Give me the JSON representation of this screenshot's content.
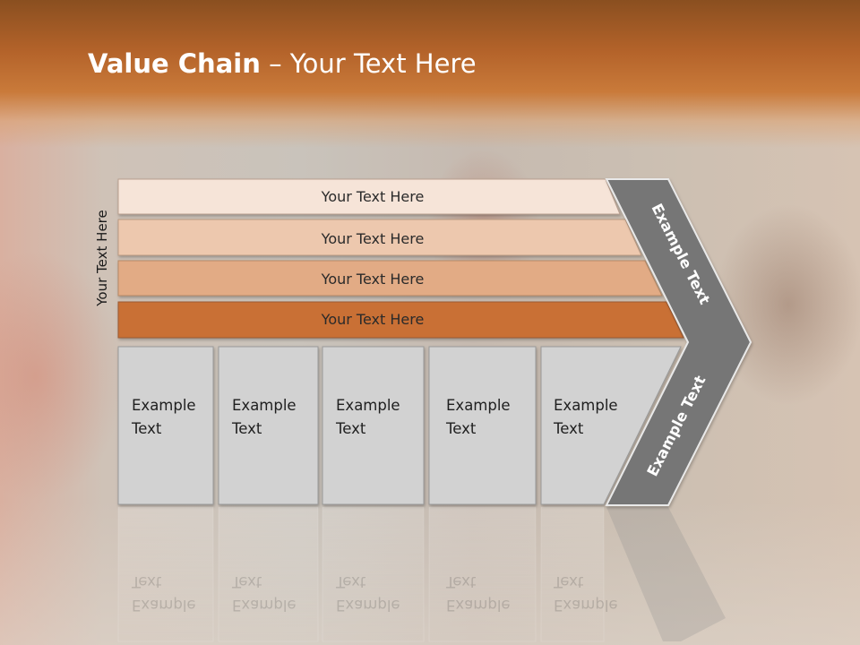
{
  "slide": {
    "title_bold": "Value Chain",
    "title_rest": " – Your Text Here",
    "side_label": "Your Text Here"
  },
  "colors": {
    "header": "#c06d30",
    "bar1": "#f6e4d8",
    "bar2": "#edc8ae",
    "bar3": "#e2ab85",
    "bar4": "#c96f36",
    "chevron": "#767676",
    "cell": "#d2d2d2"
  },
  "bars": [
    {
      "label": "Your Text Here"
    },
    {
      "label": "Your Text Here"
    },
    {
      "label": "Your Text Here"
    },
    {
      "label": "Your Text Here"
    }
  ],
  "cells": [
    {
      "line1": "Example",
      "line2": "Text"
    },
    {
      "line1": "Example",
      "line2": "Text"
    },
    {
      "line1": "Example",
      "line2": "Text"
    },
    {
      "line1": "Example",
      "line2": "Text"
    },
    {
      "line1": "Example",
      "line2": "Text"
    }
  ],
  "chevron": {
    "upper_label": "Example Text",
    "lower_label": "Example Text"
  }
}
